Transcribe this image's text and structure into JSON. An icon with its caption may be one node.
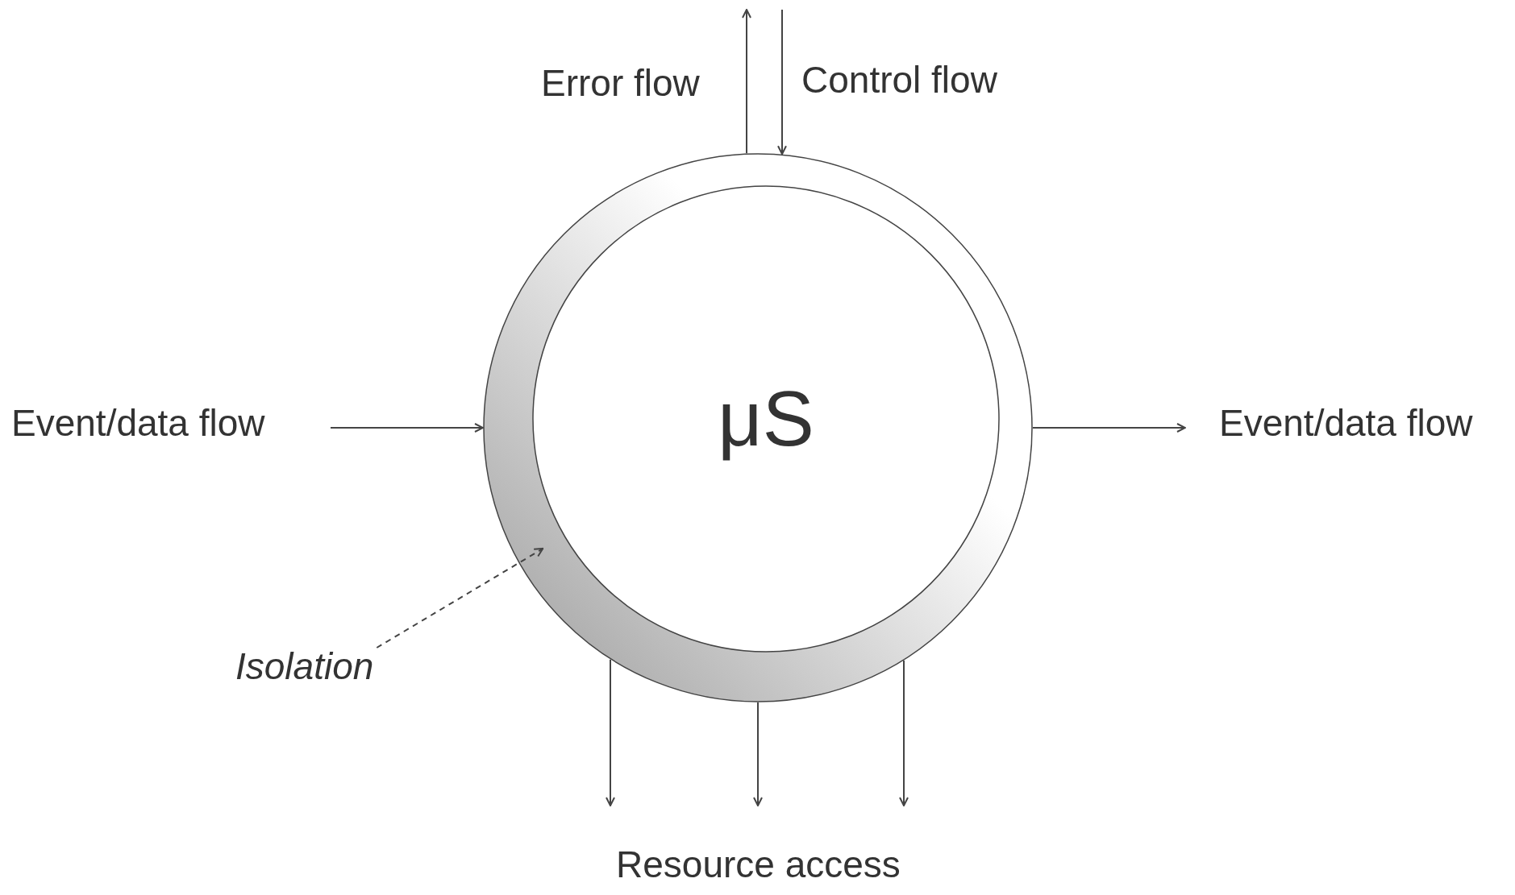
{
  "diagram": {
    "nodes": [
      {
        "text": [],
        "shape": "circle"
      },
      {
        "text": [
          "μS"
        ],
        "in": 0
      },
      {
        "text": [
          "Isolation"
        ]
      }
    ],
    "edges": [
      {
        "from": null,
        "to": 0,
        "arrow": "to",
        "label": "Event/data flow"
      },
      {
        "from": 0,
        "to": null,
        "arrow": "to",
        "label": "Event/data flow"
      },
      {
        "from": 0,
        "to": null,
        "arrow": "to",
        "label": "Error flow"
      },
      {
        "from": null,
        "to": 0,
        "arrow": "to",
        "label": "Control flow"
      },
      {
        "from": 0,
        "to": null,
        "arrow": "to"
      },
      {
        "from": 0,
        "to": null,
        "arrow": "to"
      },
      {
        "from": 0,
        "to": null,
        "arrow": "to"
      },
      {
        "from": 2,
        "to": 0,
        "arrow": "to",
        "style": "dashed"
      }
    ],
    "labels": [
      "Resource access"
    ]
  }
}
